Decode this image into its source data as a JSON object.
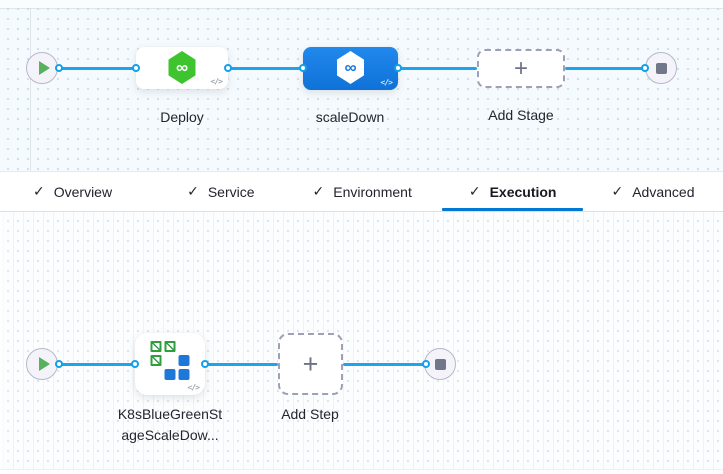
{
  "icons": {
    "check": "✓",
    "plus": "+",
    "infinity": "∞",
    "code": "</>"
  },
  "stage_pipeline": {
    "stages": [
      {
        "label": "Deploy",
        "selected": false,
        "icon": "harness-cd-hexagon-green"
      },
      {
        "label": "scaleDown",
        "selected": true,
        "icon": "harness-cd-hexagon-white-on-blue"
      }
    ],
    "add_stage_label": "Add Stage"
  },
  "tabs": {
    "active_tab": "Execution",
    "items": [
      {
        "label": "Overview",
        "checked": true
      },
      {
        "label": "Service",
        "checked": true
      },
      {
        "label": "Environment",
        "checked": true
      },
      {
        "label": "Execution",
        "checked": true
      },
      {
        "label": "Advanced",
        "checked": true
      }
    ]
  },
  "execution": {
    "step": {
      "label_lines": [
        "K8sBlueGreenSt",
        "ageScaleDow..."
      ],
      "icon": "k8s-blue-green"
    },
    "add_step_label": "Add Step"
  },
  "colors": {
    "connector": "#1ea3ec",
    "selected_stage_blue": "#1379e0",
    "cd_green": "#3ec42e",
    "k8s_green": "#2f9e3f",
    "k8s_blue": "#1d78d8",
    "tab_underline": "#0278d5"
  }
}
